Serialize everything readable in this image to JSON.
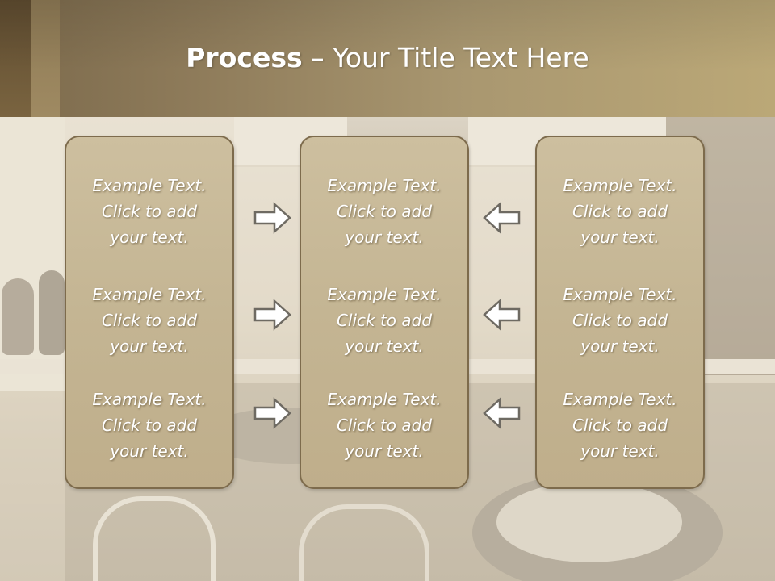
{
  "slide": {
    "title_bold": "Process",
    "title_rest": " – Your Title Text Here"
  },
  "columns": [
    {
      "items": [
        {
          "line1": "Example Text.",
          "line2": "Click  to add",
          "line3": "your text."
        },
        {
          "line1": "Example Text.",
          "line2": "Click  to add",
          "line3": "your text."
        },
        {
          "line1": "Example Text.",
          "line2": "Click  to add",
          "line3": "your text."
        }
      ]
    },
    {
      "items": [
        {
          "line1": "Example Text.",
          "line2": "Click  to add",
          "line3": "your text."
        },
        {
          "line1": "Example Text.",
          "line2": "Click  to add",
          "line3": "your text."
        },
        {
          "line1": "Example Text.",
          "line2": "Click  to add",
          "line3": "your text."
        }
      ]
    },
    {
      "items": [
        {
          "line1": "Example Text.",
          "line2": "Click  to add",
          "line3": "your text."
        },
        {
          "line1": "Example Text.",
          "line2": "Click  to add",
          "line3": "your text."
        },
        {
          "line1": "Example Text.",
          "line2": "Click  to add",
          "line3": "your text."
        }
      ]
    }
  ],
  "arrows": {
    "left_group": "arrow-right-icon",
    "right_group": "arrow-left-icon"
  },
  "colors": {
    "header_gradient_start": "#7c6a4c",
    "header_gradient_end": "#bba877",
    "box_fill": "#c4b593",
    "box_border": "#7d6b4c",
    "text": "#ffffff",
    "arrow_fill": "#ffffff",
    "arrow_stroke": "#6e6a62"
  }
}
